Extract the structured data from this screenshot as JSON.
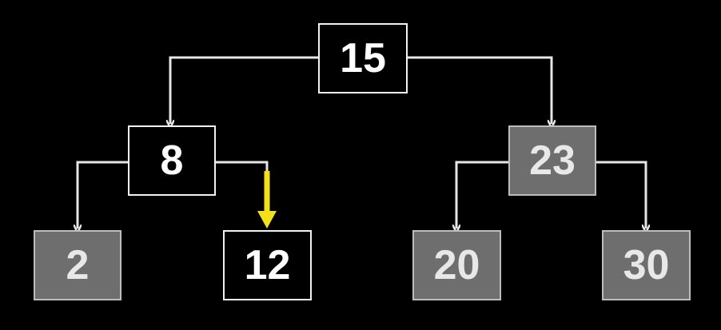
{
  "tree": {
    "nodes": [
      {
        "id": "n15",
        "label": "15",
        "state": "active"
      },
      {
        "id": "n8",
        "label": "8",
        "state": "active"
      },
      {
        "id": "n23",
        "label": "23",
        "state": "dimmed"
      },
      {
        "id": "n2",
        "label": "2",
        "state": "dimmed"
      },
      {
        "id": "n12",
        "label": "12",
        "state": "active"
      },
      {
        "id": "n20",
        "label": "20",
        "state": "dimmed"
      },
      {
        "id": "n30",
        "label": "30",
        "state": "dimmed"
      }
    ],
    "edges": [
      {
        "from": "15",
        "to": "8"
      },
      {
        "from": "15",
        "to": "23"
      },
      {
        "from": "8",
        "to": "2"
      },
      {
        "from": "8",
        "to": "12",
        "highlighted": true
      },
      {
        "from": "23",
        "to": "20"
      },
      {
        "from": "23",
        "to": "30"
      }
    ]
  },
  "colors": {
    "background": "#000000",
    "edge": "#e6e6e6",
    "highlight_arrow": "#f2e01a",
    "active_node": "#000000",
    "dimmed_node": "#6e6e6e"
  }
}
